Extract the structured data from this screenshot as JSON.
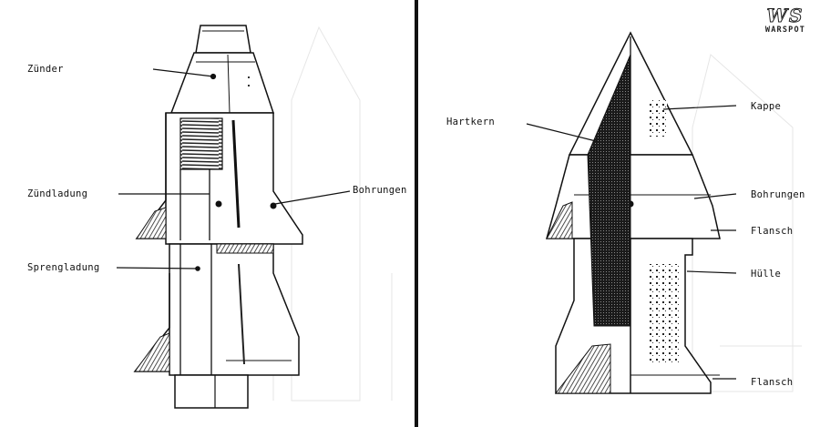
{
  "left_diagram": {
    "labels": {
      "zuender": "Zünder",
      "zuendladung": "Zündladung",
      "sprengladung": "Sprengladung",
      "bohrungen": "Bohrungen"
    }
  },
  "right_diagram": {
    "labels": {
      "hartkern": "Hartkern",
      "kappe": "Kappe",
      "bohrungen": "Bohrungen",
      "flansch_top": "Flansch",
      "huelle": "Hülle",
      "flansch_bottom": "Flansch"
    }
  },
  "logo": {
    "mark": "WS",
    "text": "WARSPOT"
  }
}
